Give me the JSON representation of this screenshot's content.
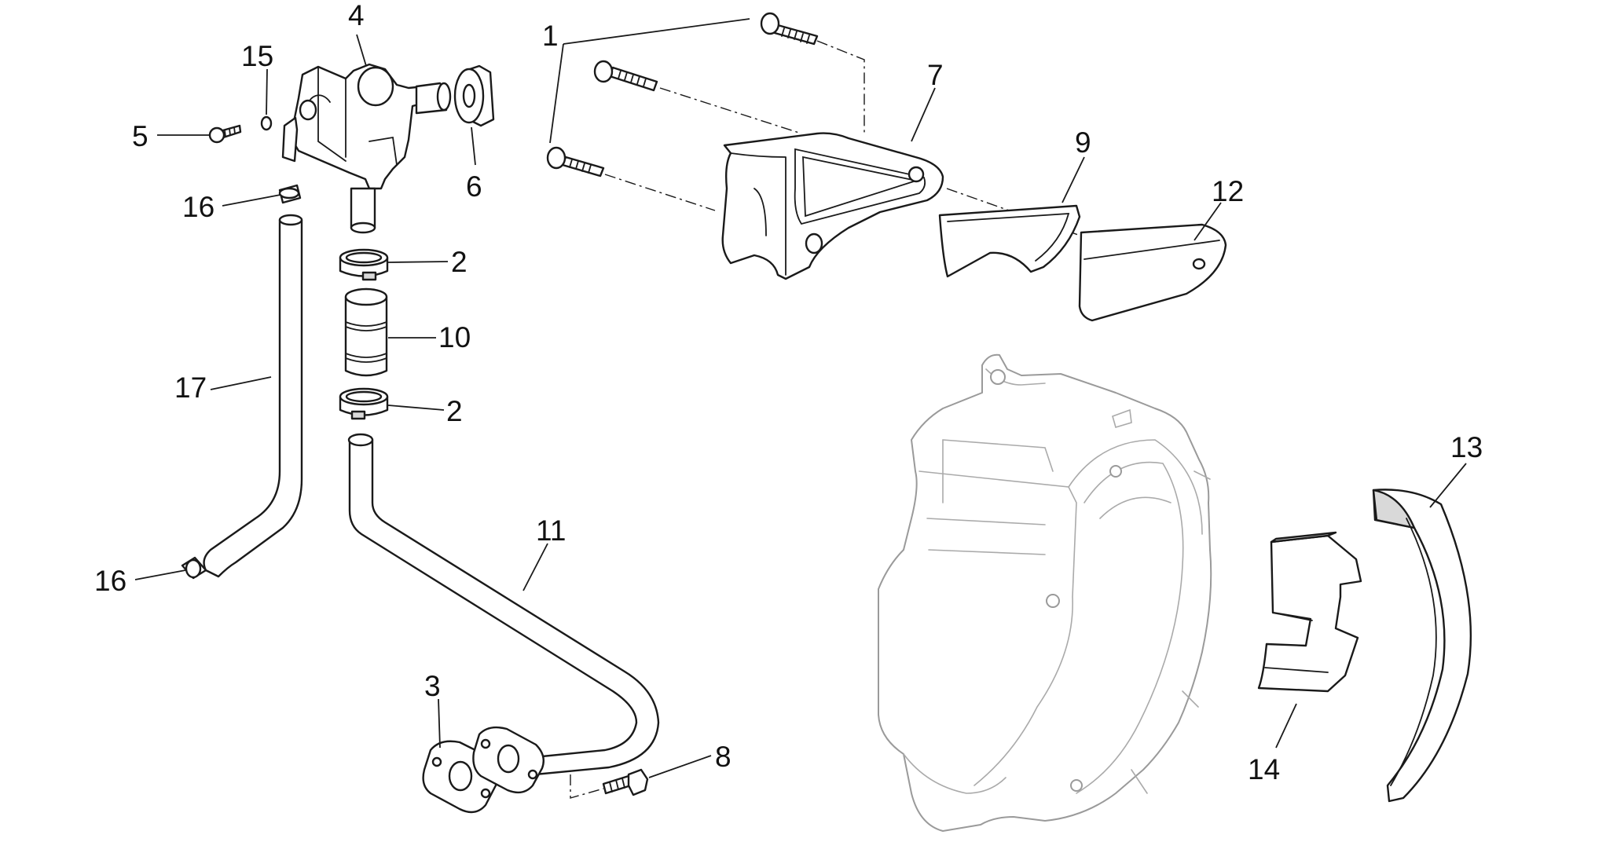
{
  "callouts": {
    "c1": "1",
    "c2a": "2",
    "c2b": "2",
    "c3": "3",
    "c4": "4",
    "c5": "5",
    "c6": "6",
    "c7": "7",
    "c8": "8",
    "c9": "9",
    "c10": "10",
    "c11": "11",
    "c12": "12",
    "c13": "13",
    "c14": "14",
    "c15": "15",
    "c16a": "16",
    "c16b": "16",
    "c17": "17"
  }
}
